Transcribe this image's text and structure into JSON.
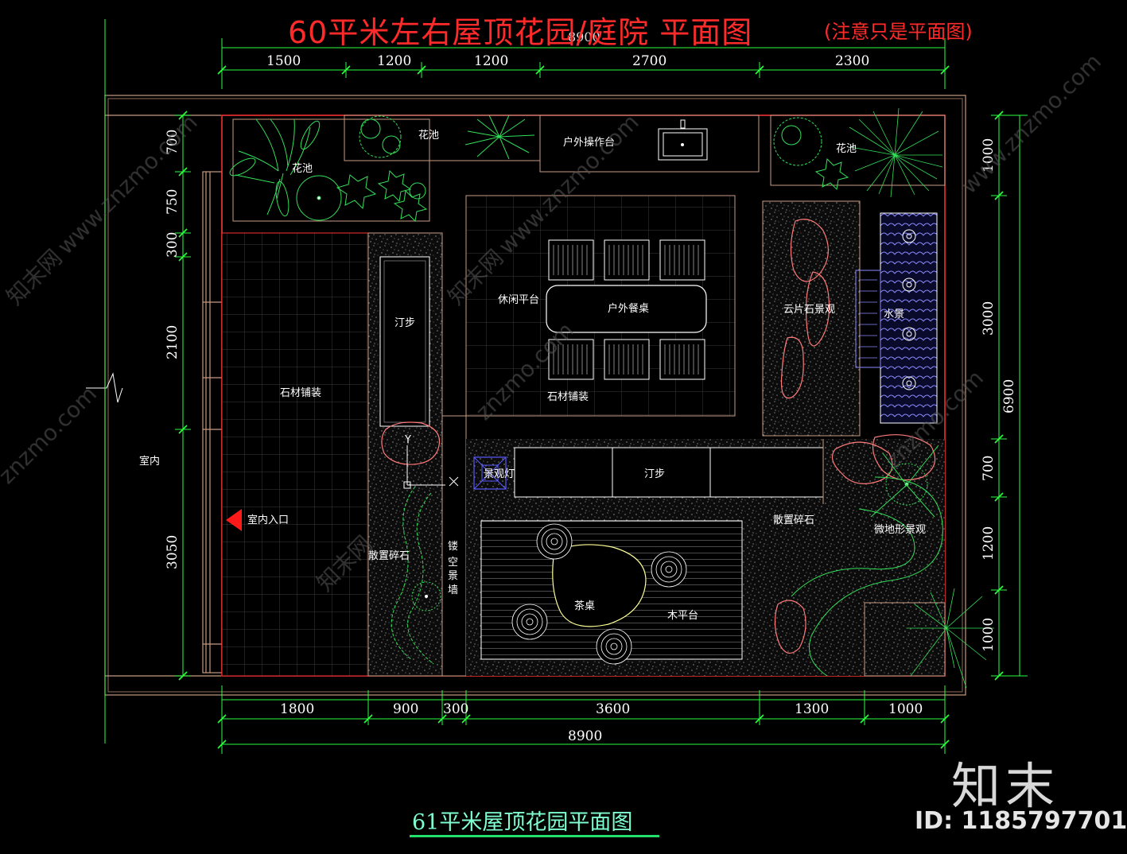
{
  "title": "60平米左右屋顶花园/庭院  平面图",
  "note": "(注意只是平面图)",
  "caption": "61平米屋顶花园平面图",
  "watermark": {
    "brand": "知末",
    "id": "ID: 1185797701",
    "url": "www.znzmo.com",
    "url_short": "znzmo.com",
    "cn": "知末网"
  },
  "dimensions": {
    "top_overall": "8900",
    "top": [
      "1500",
      "1200",
      "1200",
      "2700",
      "2300"
    ],
    "bottom": [
      "1800",
      "900",
      "300",
      "3600",
      "1300",
      "1000"
    ],
    "bottom_overall": "8900",
    "left": [
      "700",
      "750",
      "300",
      "2100",
      "3050"
    ],
    "right": [
      "1000",
      "3000",
      "700",
      "1200",
      "1000"
    ],
    "right_overall": "6900"
  },
  "labels": {
    "indoor": "室内",
    "entrance": "室内入口",
    "flower_bed_1": "花池",
    "flower_bed_2": "花池",
    "flower_bed_3": "花池",
    "counter": "户外操作台",
    "stepping_1": "汀步",
    "stone_paving_1": "石材铺装",
    "leisure": "休闲平台",
    "dining_table": "户外餐桌",
    "stone_paving_2": "石材铺装",
    "cloud_rock": "云片石景观",
    "water": "水景",
    "lamp": "景观灯",
    "stepping_2": "汀步",
    "gravel_1": "散置碎石",
    "gravel_2": "散置碎石",
    "wall_chars": [
      "镂",
      "空",
      "景",
      "墙"
    ],
    "tea_table": "茶桌",
    "wood_deck": "木平台",
    "micro_terrain": "微地形景观",
    "ucs_y": "Y"
  },
  "colors": {
    "cad_background": "#000000",
    "dimension": "#2bff3f",
    "boundary": "#ff3333",
    "wall": "#c79a82",
    "plant": "#33e05a",
    "rock": "#ff7a7a",
    "title": "#ff2a2a",
    "text": "#ffffff",
    "lamp": "#5a5aff"
  }
}
